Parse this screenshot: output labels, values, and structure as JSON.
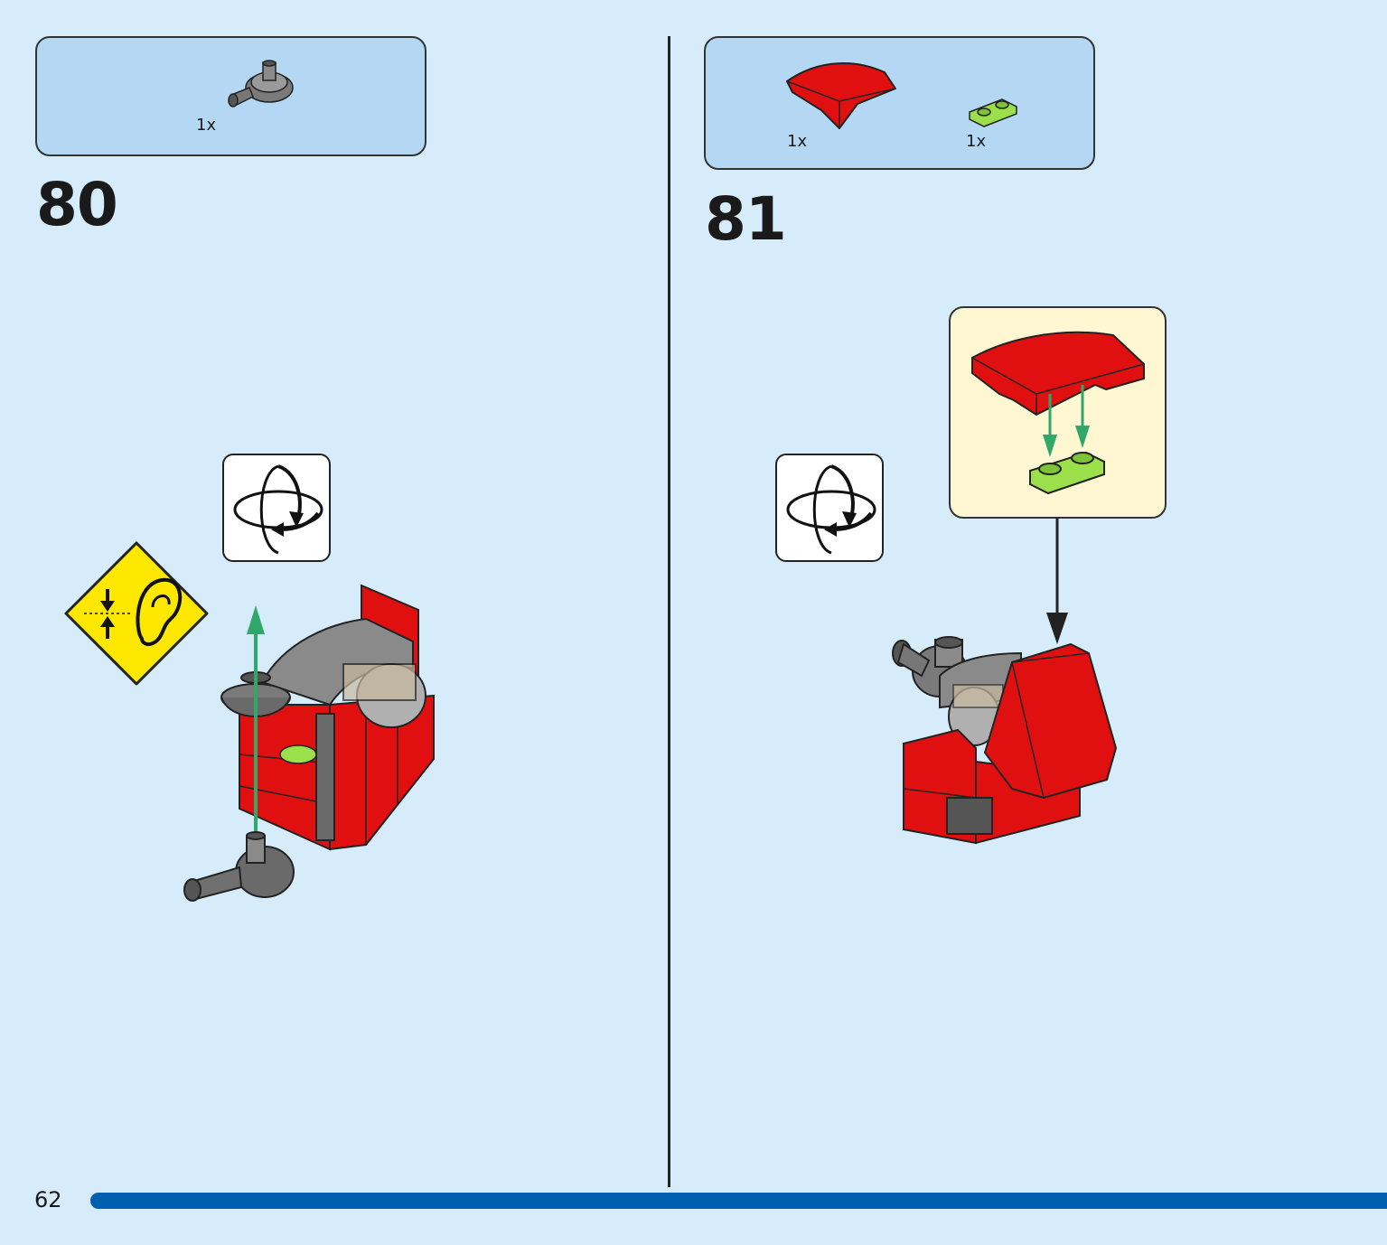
{
  "page": {
    "number": "62"
  },
  "steps": [
    {
      "number": "80",
      "parts": [
        {
          "qty": "1x",
          "icon": "gray-bracket-part-icon"
        }
      ],
      "icons": [
        "rotate-model-icon",
        "click-sound-warning-icon"
      ]
    },
    {
      "number": "81",
      "parts": [
        {
          "qty": "1x",
          "icon": "red-curved-slope-part-icon"
        },
        {
          "qty": "1x",
          "icon": "lime-plate-1x2-part-icon"
        }
      ],
      "icons": [
        "rotate-model-icon"
      ]
    }
  ],
  "colors": {
    "background": "#d6ecfb",
    "parts_box": "#b4d8f4",
    "callout": "#fff6d2",
    "brick_red": "#e01010",
    "lime": "#9be04a",
    "warning_yellow": "#ffe800",
    "progress_bar": "#0060b0"
  }
}
